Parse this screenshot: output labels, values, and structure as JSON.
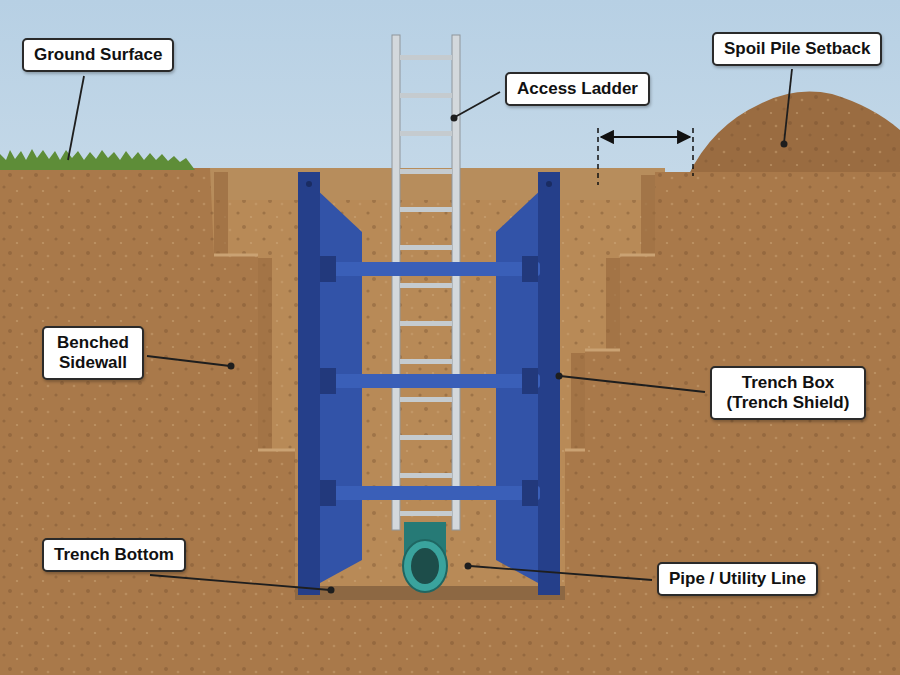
{
  "diagram": {
    "nodes": [
      {
        "text": [
          "Ground Surface"
        ]
      },
      {
        "text": [
          "Access Ladder"
        ]
      },
      {
        "text": [
          "Spoil Pile Setback"
        ]
      },
      {
        "text": [
          "Benched Sidewall"
        ]
      },
      {
        "text": [
          "Trench Box (Trench Shield)"
        ]
      },
      {
        "text": [
          "Trench Bottom"
        ]
      },
      {
        "text": [
          "Pipe / Utility Line"
        ]
      }
    ]
  }
}
